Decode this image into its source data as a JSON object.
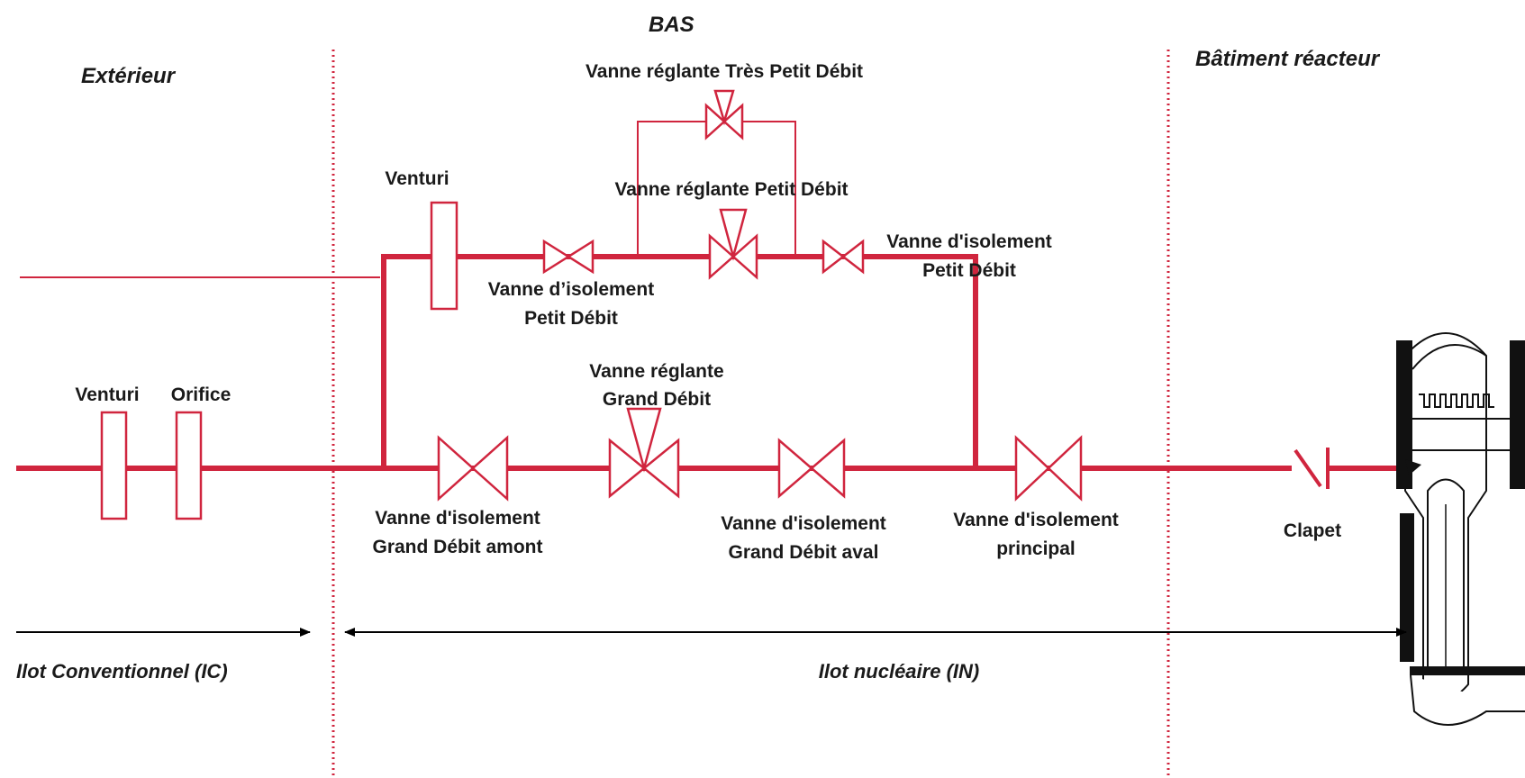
{
  "zones": {
    "exterieur": "Extérieur",
    "bas": "BAS",
    "batiment_reacteur": "Bâtiment réacteur"
  },
  "components": {
    "venturi_ext": "Venturi",
    "orifice": "Orifice",
    "venturi_bas": "Venturi",
    "vanne_tpd": "Vanne réglante Très Petit Débit",
    "vanne_pd": "Vanne réglante Petit Débit",
    "iso_pd_left_1": "Vanne d’isolement",
    "iso_pd_left_2": "Petit Débit",
    "iso_pd_right_1": "Vanne d'isolement",
    "iso_pd_right_2": "Petit Débit",
    "vanne_gd_1": "Vanne réglante",
    "vanne_gd_2": "Grand Débit",
    "iso_gd_amont_1": "Vanne d'isolement",
    "iso_gd_amont_2": "Grand Débit amont",
    "iso_gd_aval_1": "Vanne d'isolement",
    "iso_gd_aval_2": "Grand Débit aval",
    "iso_principal_1": "Vanne d'isolement",
    "iso_principal_2": "principal",
    "clapet": "Clapet"
  },
  "regions": {
    "ic": "Ilot Conventionnel (IC)",
    "in": "Ilot nucléaire (IN)"
  },
  "colors": {
    "pipe": "#d0253e",
    "text": "#1a1a1a"
  }
}
